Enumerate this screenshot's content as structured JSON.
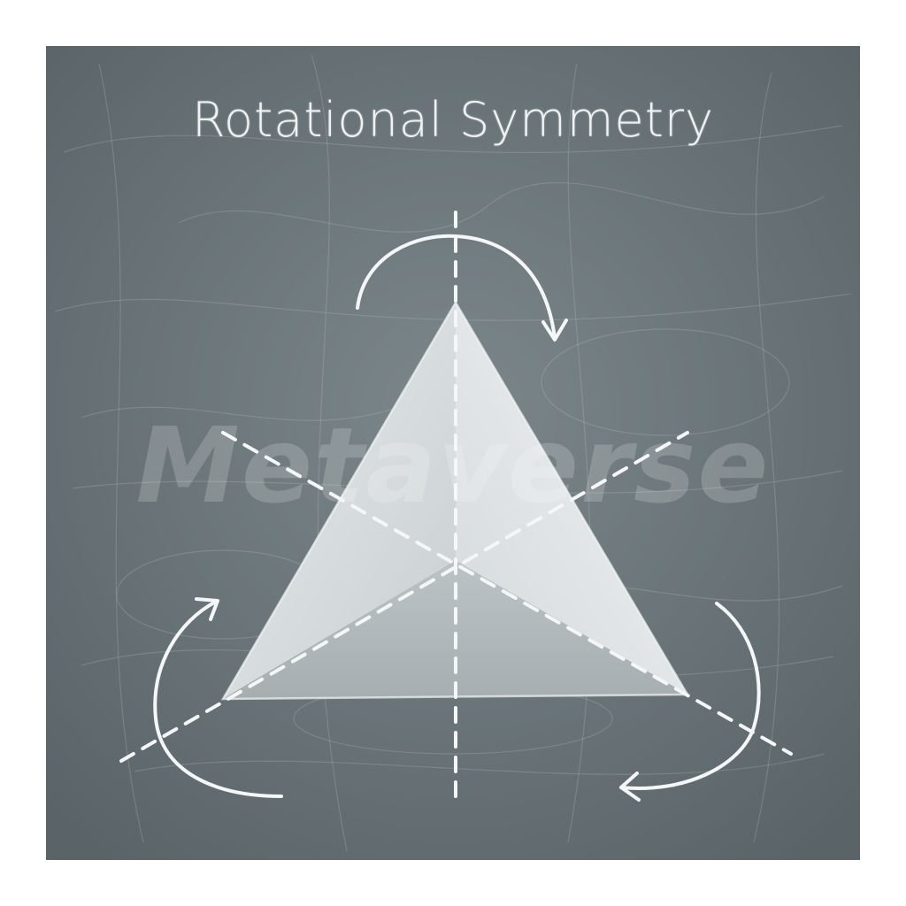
{
  "title": "Rotational Symmetry",
  "watermark": "Metaverse",
  "colors": {
    "board": "#6f7b80",
    "chalk": "#f2f4f5",
    "triangle": "#d9dedf",
    "frame": "#ffffff"
  },
  "icons": [
    "rotation-arrow-icon",
    "symmetry-axis-line"
  ]
}
